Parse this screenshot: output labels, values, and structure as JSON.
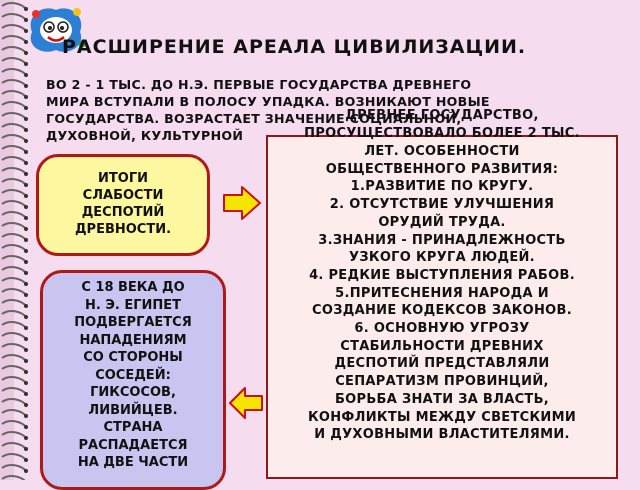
{
  "slide": {
    "title": "РАСШИРЕНИЕ АРЕАЛА ЦИВИЛИЗАЦИИ.",
    "intro_lines": [
      "ВО 2 - 1 ТЫС. ДО Н.Э.  ПЕРВЫЕ ГОСУДАРСТВА ДРЕВНЕГО",
      "МИРА ВСТУПАЛИ  В ПОЛОСУ  УПАДКА. ВОЗНИКАЮТ  НОВЫЕ",
      "ГОСУДАРСТВА. ВОЗРАСТАЕТ ЗНАЧЕНИЕ СОЦИАЛЬНОЙ,",
      "ДУХОВНОЙ, КУЛЬТУРНОЙ"
    ],
    "right_box_lines": [
      "ДРЕВНЕЕ ГОСУДАРСТВО,",
      "ПРОСУЩЕСТВОВАЛО  БОЛЕЕ 2 ТЫС.",
      "ЛЕТ. ОСОБЕННОСТИ",
      "ОБЩЕСТВЕННОГО РАЗВИТИЯ:",
      "1.РАЗВИТИЕ ПО КРУГУ.",
      "2. ОТСУТСТВИЕ  УЛУЧШЕНИЯ",
      "ОРУДИЙ  ТРУДА.",
      "3.ЗНАНИЯ  - ПРИНАДЛЕЖНОСТЬ",
      "УЗКОГО  КРУГА ЛЮДЕЙ.",
      "4. РЕДКИЕ ВЫСТУПЛЕНИЯ  РАБОВ.",
      "5.ПРИТЕСНЕНИЯ  НАРОДА И",
      "СОЗДАНИЕ  КОДЕКСОВ ЗАКОНОВ.",
      "6. ОСНОВНУЮ УГРОЗУ",
      "СТАБИЛЬНОСТИ  ДРЕВНИХ",
      "ДЕСПОТИЙ  ПРЕДСТАВЛЯЛИ",
      "СЕПАРАТИЗМ  ПРОВИНЦИЙ,",
      "БОРЬБА  ЗНАТИ ЗА ВЛАСТЬ,",
      "КОНФЛИКТЫ  МЕЖДУ СВЕТСКИМИ",
      "И ДУХОВНЫМИ  ВЛАСТИТЕЛЯМИ."
    ],
    "top_left_box_lines": [
      "ИТОГИ",
      "СЛАБОСТИ",
      "ДЕСПОТИЙ",
      "ДРЕВНОСТИ."
    ],
    "bottom_left_box_lines": [
      "С 18  ВЕКА ДО",
      "Н. Э. ЕГИПЕТ",
      "ПОДВЕРГАЕТСЯ",
      "НАПАДЕНИЯМ",
      "СО СТОРОНЫ",
      "СОСЕДЕЙ:",
      "ГИКСОСОВ,",
      "ЛИВИЙЦЕВ.",
      "СТРАНА",
      "РАСПАДАЕТСЯ",
      "НА ДВЕ ЧАСТИ"
    ],
    "colors": {
      "background": "#f5dcef",
      "box_border": "#b01818",
      "top_left_fill": "#fdf7a0",
      "bottom_left_fill": "#c8c6f0",
      "right_fill": "#fcecec",
      "arrow_fill": "#f6e500"
    },
    "icons": [
      "spiral-binding",
      "cartoon-sun-logo",
      "arrow-right-icon",
      "arrow-left-icon"
    ]
  }
}
